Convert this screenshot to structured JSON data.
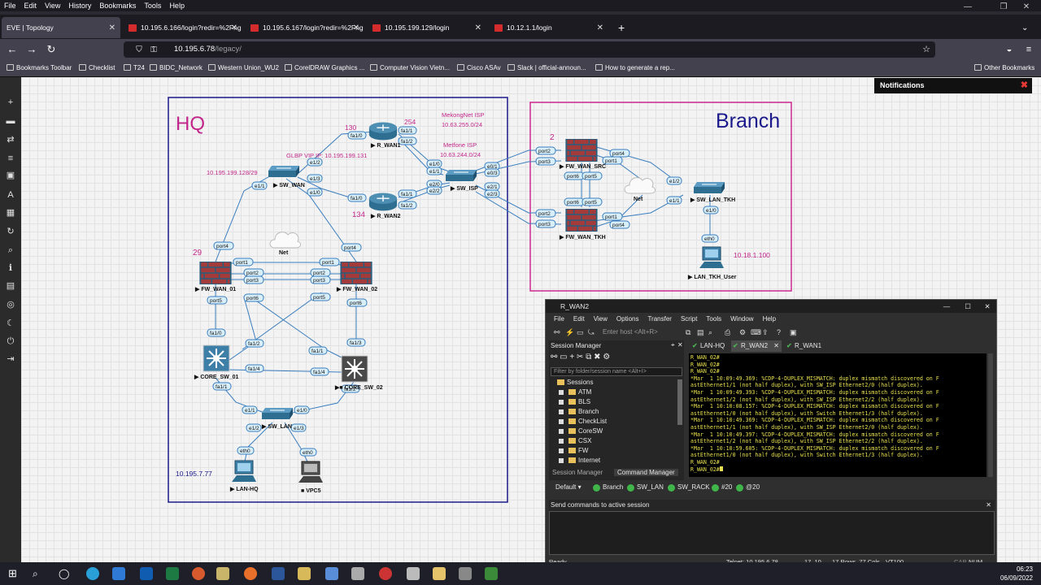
{
  "menubar": [
    "File",
    "Edit",
    "View",
    "History",
    "Bookmarks",
    "Tools",
    "Help"
  ],
  "tabs": [
    {
      "label": "EVE | Topology"
    },
    {
      "label": "10.195.6.166/login?redir=%2Fng"
    },
    {
      "label": "10.195.6.167/login?redir=%2Fng"
    },
    {
      "label": "10.195.199.129/login"
    },
    {
      "label": "10.12.1.1/login"
    }
  ],
  "url": {
    "host": "10.195.6.78",
    "path": "/legacy/"
  },
  "bookmarks": [
    "Bookmarks Toolbar",
    "Checklist",
    "T24",
    "BIDC_Network",
    "Western Union_WU2",
    "CorelDRAW Graphics ...",
    "Computer Vision Vietn...",
    "Cisco ASAv",
    "Slack | official-announ...",
    "How to generate a rep..."
  ],
  "other_bookmarks": "Other Bookmarks",
  "notifications": "Notifications",
  "topology": {
    "hq_label": "HQ",
    "branch_label": "Branch",
    "devices": {
      "r_wan1": "R_WAN1",
      "r_wan2": "R_WAN2",
      "sw_wan": "SW_WAN",
      "sw_isp": "SW_ISP",
      "fw_wan_01": "FW_WAN_01",
      "fw_wan_02": "FW_WAN_02",
      "core_sw_01": "CORE_SW_01",
      "core_sw_02": "CORE_SW_02",
      "sw_lan": "SW_LAN",
      "lan_hq": "LAN-HQ",
      "vpc5": "VPC5",
      "net_hq": "Net",
      "net_branch": "Net",
      "fw_wan_src": "FW_WAN_SRC",
      "fw_wan_tkh": "FW_WAN_TKH",
      "sw_lan_tkh": "SW_LAN_TKH",
      "lan_tkh_user": "LAN_TKH_User"
    },
    "notes": {
      "mekong": "MekongNet ISP",
      "mekong_net": "10.63.255.0/24",
      "metfone": "Metfone ISP",
      "metfone_net": "10.63.244.0/24",
      "glbp": "GLBP VIP IP: 10.195.199.131",
      "subnet_wan": "10.195.199.128/29",
      "n130": "130",
      "n254": "254",
      "n134": "134",
      "n29": "29",
      "n2": "2",
      "lan_net": "10.195.7.77",
      "tkh_ip": "10.18.1.100"
    },
    "ports": {
      "rw1_fa10": "fa1/0",
      "rw1_fa11": "fa1/1",
      "rw1_fa12": "fa1/2",
      "rw2_fa10": "fa1/0",
      "rw2_fa11": "fa1/1",
      "rw2_fa12": "fa1/2",
      "sw_e11": "e1/1",
      "sw_e12": "e1/2",
      "sw_e13": "e1/3",
      "sw_e10": "e1/0",
      "isp_e10": "e1/0",
      "isp_e11": "e1/1",
      "isp_e20": "e2/0",
      "isp_e22": "e2/2",
      "isp_e01": "e0/1",
      "isp_e03": "e0/3",
      "isp_e21": "e2/1",
      "isp_e23": "e2/3",
      "fw1_port4": "port4",
      "fw1_port1": "port1",
      "fw1_port2": "port2",
      "fw1_port3": "port3",
      "fw1_port5": "port5",
      "fw1_port6": "port6",
      "fw2_port4": "port4",
      "fw2_port1": "port1",
      "fw2_port2": "port2",
      "fw2_port3": "port3",
      "fw2_port5": "port5",
      "fw2_port6": "port6",
      "c1_fa10": "fa1/0",
      "c1_fa12": "fa1/2",
      "c1_fa14": "fa1/4",
      "c1_fa11": "fa1/1",
      "c2_fa11": "fa1/1",
      "c2_fa13": "fa1/3",
      "c2_fa14": "fa1/4",
      "c2_fa12": "fa1/2",
      "lan_e11": "e1/1",
      "lan_e10": "e1/0",
      "lan_e12": "e1/2",
      "lan_e13": "e1/3",
      "hq_eth0": "eth0",
      "vpc_eth0": "eth0",
      "src_port2": "port2",
      "src_port3": "port3",
      "src_port4": "port4",
      "src_port1": "port1",
      "src_port6": "port6",
      "src_port5": "port5",
      "tkh_port2": "port2",
      "tkh_port3": "port3",
      "tkh_port1": "port1",
      "tkh_port4": "port4",
      "tkh_port6": "port6",
      "tkh_port5": "port5",
      "swt_e12": "e1/2",
      "swt_e11": "e1/1",
      "swt_e10": "e1/0",
      "user_eth0": "eth0"
    }
  },
  "crt": {
    "title": "R_WAN2",
    "menu": [
      "File",
      "Edit",
      "View",
      "Options",
      "Transfer",
      "Script",
      "Tools",
      "Window",
      "Help"
    ],
    "host_placeholder": "Enter host <Alt+R>",
    "session_manager": "Session Manager",
    "filter_placeholder": "Filter by folder/session name <Alt+I>",
    "sessions_root": "Sessions",
    "sessions": [
      "ATM",
      "BLS",
      "Branch",
      "CheckList",
      "CoreSW",
      "CSX",
      "FW",
      "Internet"
    ],
    "panel_tabs": [
      "Session Manager",
      "Command Manager"
    ],
    "tabs": [
      "LAN-HQ",
      "R_WAN2",
      "R_WAN1"
    ],
    "terminal": [
      "R_WAN_02#",
      "R_WAN_02#",
      "R_WAN_02#",
      "*Mar  1 10:09:49.369: %CDP-4-DUPLEX_MISMATCH: duplex mismatch discovered on F",
      "astEthernet1/1 (not half duplex), with SW_ISP Ethernet2/0 (half duplex).",
      "*Mar  1 10:09:49.393: %CDP-4-DUPLEX_MISMATCH: duplex mismatch discovered on F",
      "astEthernet1/2 (not half duplex), with SW_ISP Ethernet2/2 (half duplex).",
      "*Mar  1 10:10:08.157: %CDP-4-DUPLEX_MISMATCH: duplex mismatch discovered on F",
      "astEthernet1/0 (not half duplex), with Switch Ethernet1/3 (half duplex).",
      "*Mar  1 10:10:49.369: %CDP-4-DUPLEX_MISMATCH: duplex mismatch discovered on F",
      "astEthernet1/1 (not half duplex), with SW_ISP Ethernet2/0 (half duplex).",
      "*Mar  1 10:10:49.397: %CDP-4-DUPLEX_MISMATCH: duplex mismatch discovered on F",
      "astEthernet1/2 (not half duplex), with SW_ISP Ethernet2/2 (half duplex).",
      "*Mar  1 10:10:59.605: %CDP-4-DUPLEX_MISMATCH: duplex mismatch discovered on F",
      "astEthernet1/0 (not half duplex), with Switch Ethernet1/3 (half duplex).",
      "R_WAN_02#",
      "R_WAN_02#"
    ],
    "button_bar": {
      "default": "Default",
      "buttons": [
        "Branch",
        "SW_LAN",
        "SW_RACK",
        "#20",
        "@20"
      ]
    },
    "command_window": "Send commands to active session",
    "status": {
      "ready": "Ready",
      "telnet": "Telnet: 10.195.6.78",
      "pos": "17, 10",
      "size": "17 Rows, 77 Cols",
      "term": "VT100",
      "cap": "CAP",
      "num": "NUM"
    }
  },
  "taskbar": {
    "time": "06:23",
    "date": "06/09/2022"
  }
}
